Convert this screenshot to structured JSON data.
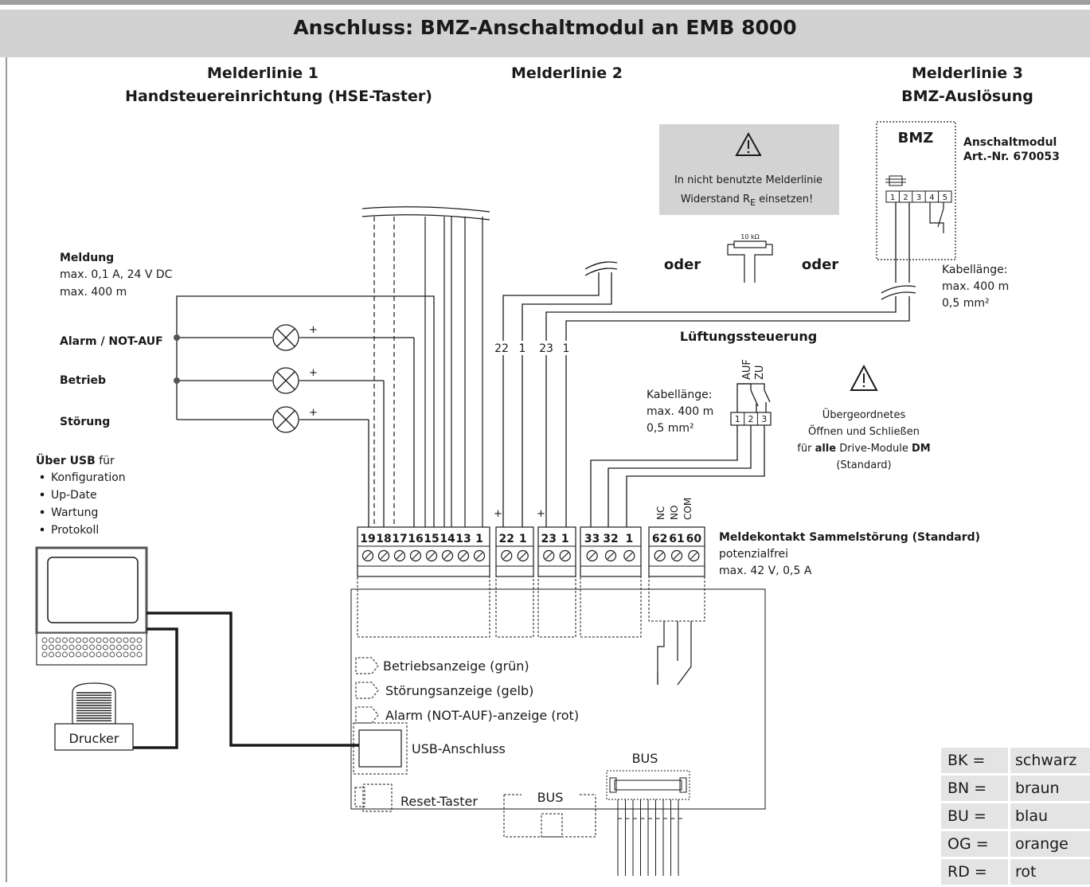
{
  "title": "Anschluss: BMZ-Anschaltmodul an EMB 8000",
  "headers": {
    "line1_title": "Melderlinie 1",
    "line1_sub": "Handsteuereinrichtung (HSE-Taster)",
    "line2_title": "Melderlinie 2",
    "line3_title": "Melderlinie 3",
    "line3_sub": "BMZ-Auslösung"
  },
  "warning_top": {
    "line1": "In nicht benutzte Melderlinie",
    "line2_pre": "Widerstand R",
    "line2_sub": "E",
    "line2_post": " einsetzen!"
  },
  "bmz": {
    "label": "BMZ",
    "module_title": "Anschaltmodul",
    "module_art": "Art.-Nr. 670053",
    "terminals": [
      "1",
      "2",
      "3",
      "4",
      "5"
    ]
  },
  "resistor": {
    "label": "10 kΩ"
  },
  "oder": [
    "oder",
    "oder"
  ],
  "cable_top": {
    "line1": "Kabellänge:",
    "line2": "max. 400 m",
    "line3": "0,5 mm²"
  },
  "meldung": {
    "title": "Meldung",
    "line1": "max. 0,1 A, 24 V DC",
    "line2": "max. 400 m"
  },
  "signals": [
    "Alarm / NOT-AUF",
    "Betrieb",
    "Störung"
  ],
  "plus": "+",
  "wire_labels": [
    "22",
    "1",
    "23",
    "1"
  ],
  "lueftung": {
    "title": "Lüftungssteuerung",
    "auf": "AUF",
    "zu": "ZU",
    "terminals": [
      "1",
      "2",
      "3"
    ],
    "cable": {
      "line1": "Kabellänge:",
      "line2": "max. 400 m",
      "line3": "0,5 mm²"
    }
  },
  "warning_right": {
    "line1": "Übergeordnetes",
    "line2": "Öffnen und Schließen",
    "line3_pre": "für ",
    "line3_bold": "alle",
    "line3_mid": " Drive-Module ",
    "line3_bold2": "DM",
    "line4": "(Standard)"
  },
  "usb_info": {
    "title_bold": "Über USB",
    "title_rest": " für",
    "items": [
      "Konfiguration",
      "Up-Date",
      "Wartung",
      "Protokoll"
    ]
  },
  "terminal_blocks": {
    "block1": [
      "19",
      "18",
      "17",
      "16",
      "15",
      "14",
      "13",
      "1"
    ],
    "block2": [
      "22",
      "1"
    ],
    "block3": [
      "23",
      "1"
    ],
    "block4": [
      "33",
      "32",
      "1"
    ],
    "block5": [
      "62",
      "61",
      "60"
    ]
  },
  "contact_labels": [
    "NC",
    "NO",
    "COM"
  ],
  "meldekontakt": {
    "title": "Meldekontakt Sammelstörung (Standard)",
    "line1": "potenzialfrei",
    "line2": "max. 42 V, 0,5 A"
  },
  "indicators": [
    "Betriebsanzeige (grün)",
    "Störungsanzeige (gelb)",
    "Alarm (NOT-AUF)-anzeige (rot)"
  ],
  "usb_port": "USB-Anschluss",
  "reset": "Reset-Taster",
  "bus_labels": [
    "BUS",
    "BUS"
  ],
  "printer": "Drucker",
  "legend": [
    {
      "code": "BK =",
      "name": "schwarz"
    },
    {
      "code": "BN =",
      "name": "braun"
    },
    {
      "code": "BU =",
      "name": "blau"
    },
    {
      "code": "OG =",
      "name": "orange"
    },
    {
      "code": "RD =",
      "name": "rot"
    }
  ]
}
